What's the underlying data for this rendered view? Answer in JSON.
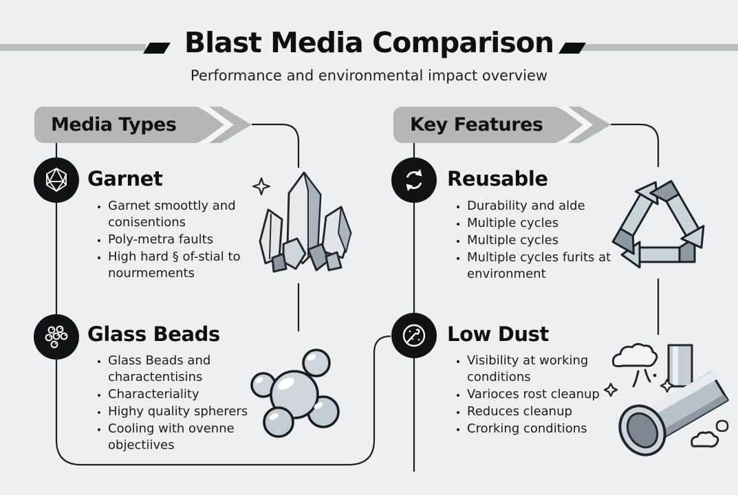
{
  "header": {
    "title": "Blast Media Comparison",
    "subtitle": "Performance and environmental impact overview"
  },
  "columns": [
    {
      "banner": "Media Types",
      "sections": [
        {
          "title": "Garnet",
          "icon": "gem-icon",
          "bullets": [
            "Garnet smoottly and conisentions",
            "Poly-metra faults",
            "High hard § of-stial to nourmements"
          ]
        },
        {
          "title": "Glass Beads",
          "icon": "beads-icon",
          "bullets": [
            "Glass Beads and charactentisins",
            "Characteriality",
            "Highy quality spherers",
            "Cooling with ovenne objectiives"
          ]
        }
      ]
    },
    {
      "banner": "Key Features",
      "sections": [
        {
          "title": "Reusable",
          "icon": "recycle-cycle-icon",
          "bullets": [
            "Durability and alde",
            "Multiple cycles",
            "Multiple cycles",
            "Multiple cycles furits at environment"
          ]
        },
        {
          "title": "Low Dust",
          "icon": "no-dust-icon",
          "bullets": [
            "Visibility at working conditions",
            "Varioces rost cleanup",
            "Reduces cleanup",
            "Crorking conditions"
          ]
        }
      ]
    }
  ],
  "illustrations": [
    {
      "name": "crystal-cluster"
    },
    {
      "name": "glass-bead-bubbles"
    },
    {
      "name": "recycle-arrows"
    },
    {
      "name": "blast-pipe-dust"
    }
  ],
  "colors": {
    "background": "#edf0f2",
    "banner_gray": "#b4b6b9",
    "stripe_gray": "#babcbf",
    "icon_circle": "#111214",
    "line": "#1b1d20",
    "illustration_light": "#ccd6dd",
    "illustration_dark": "#8d98a2"
  }
}
